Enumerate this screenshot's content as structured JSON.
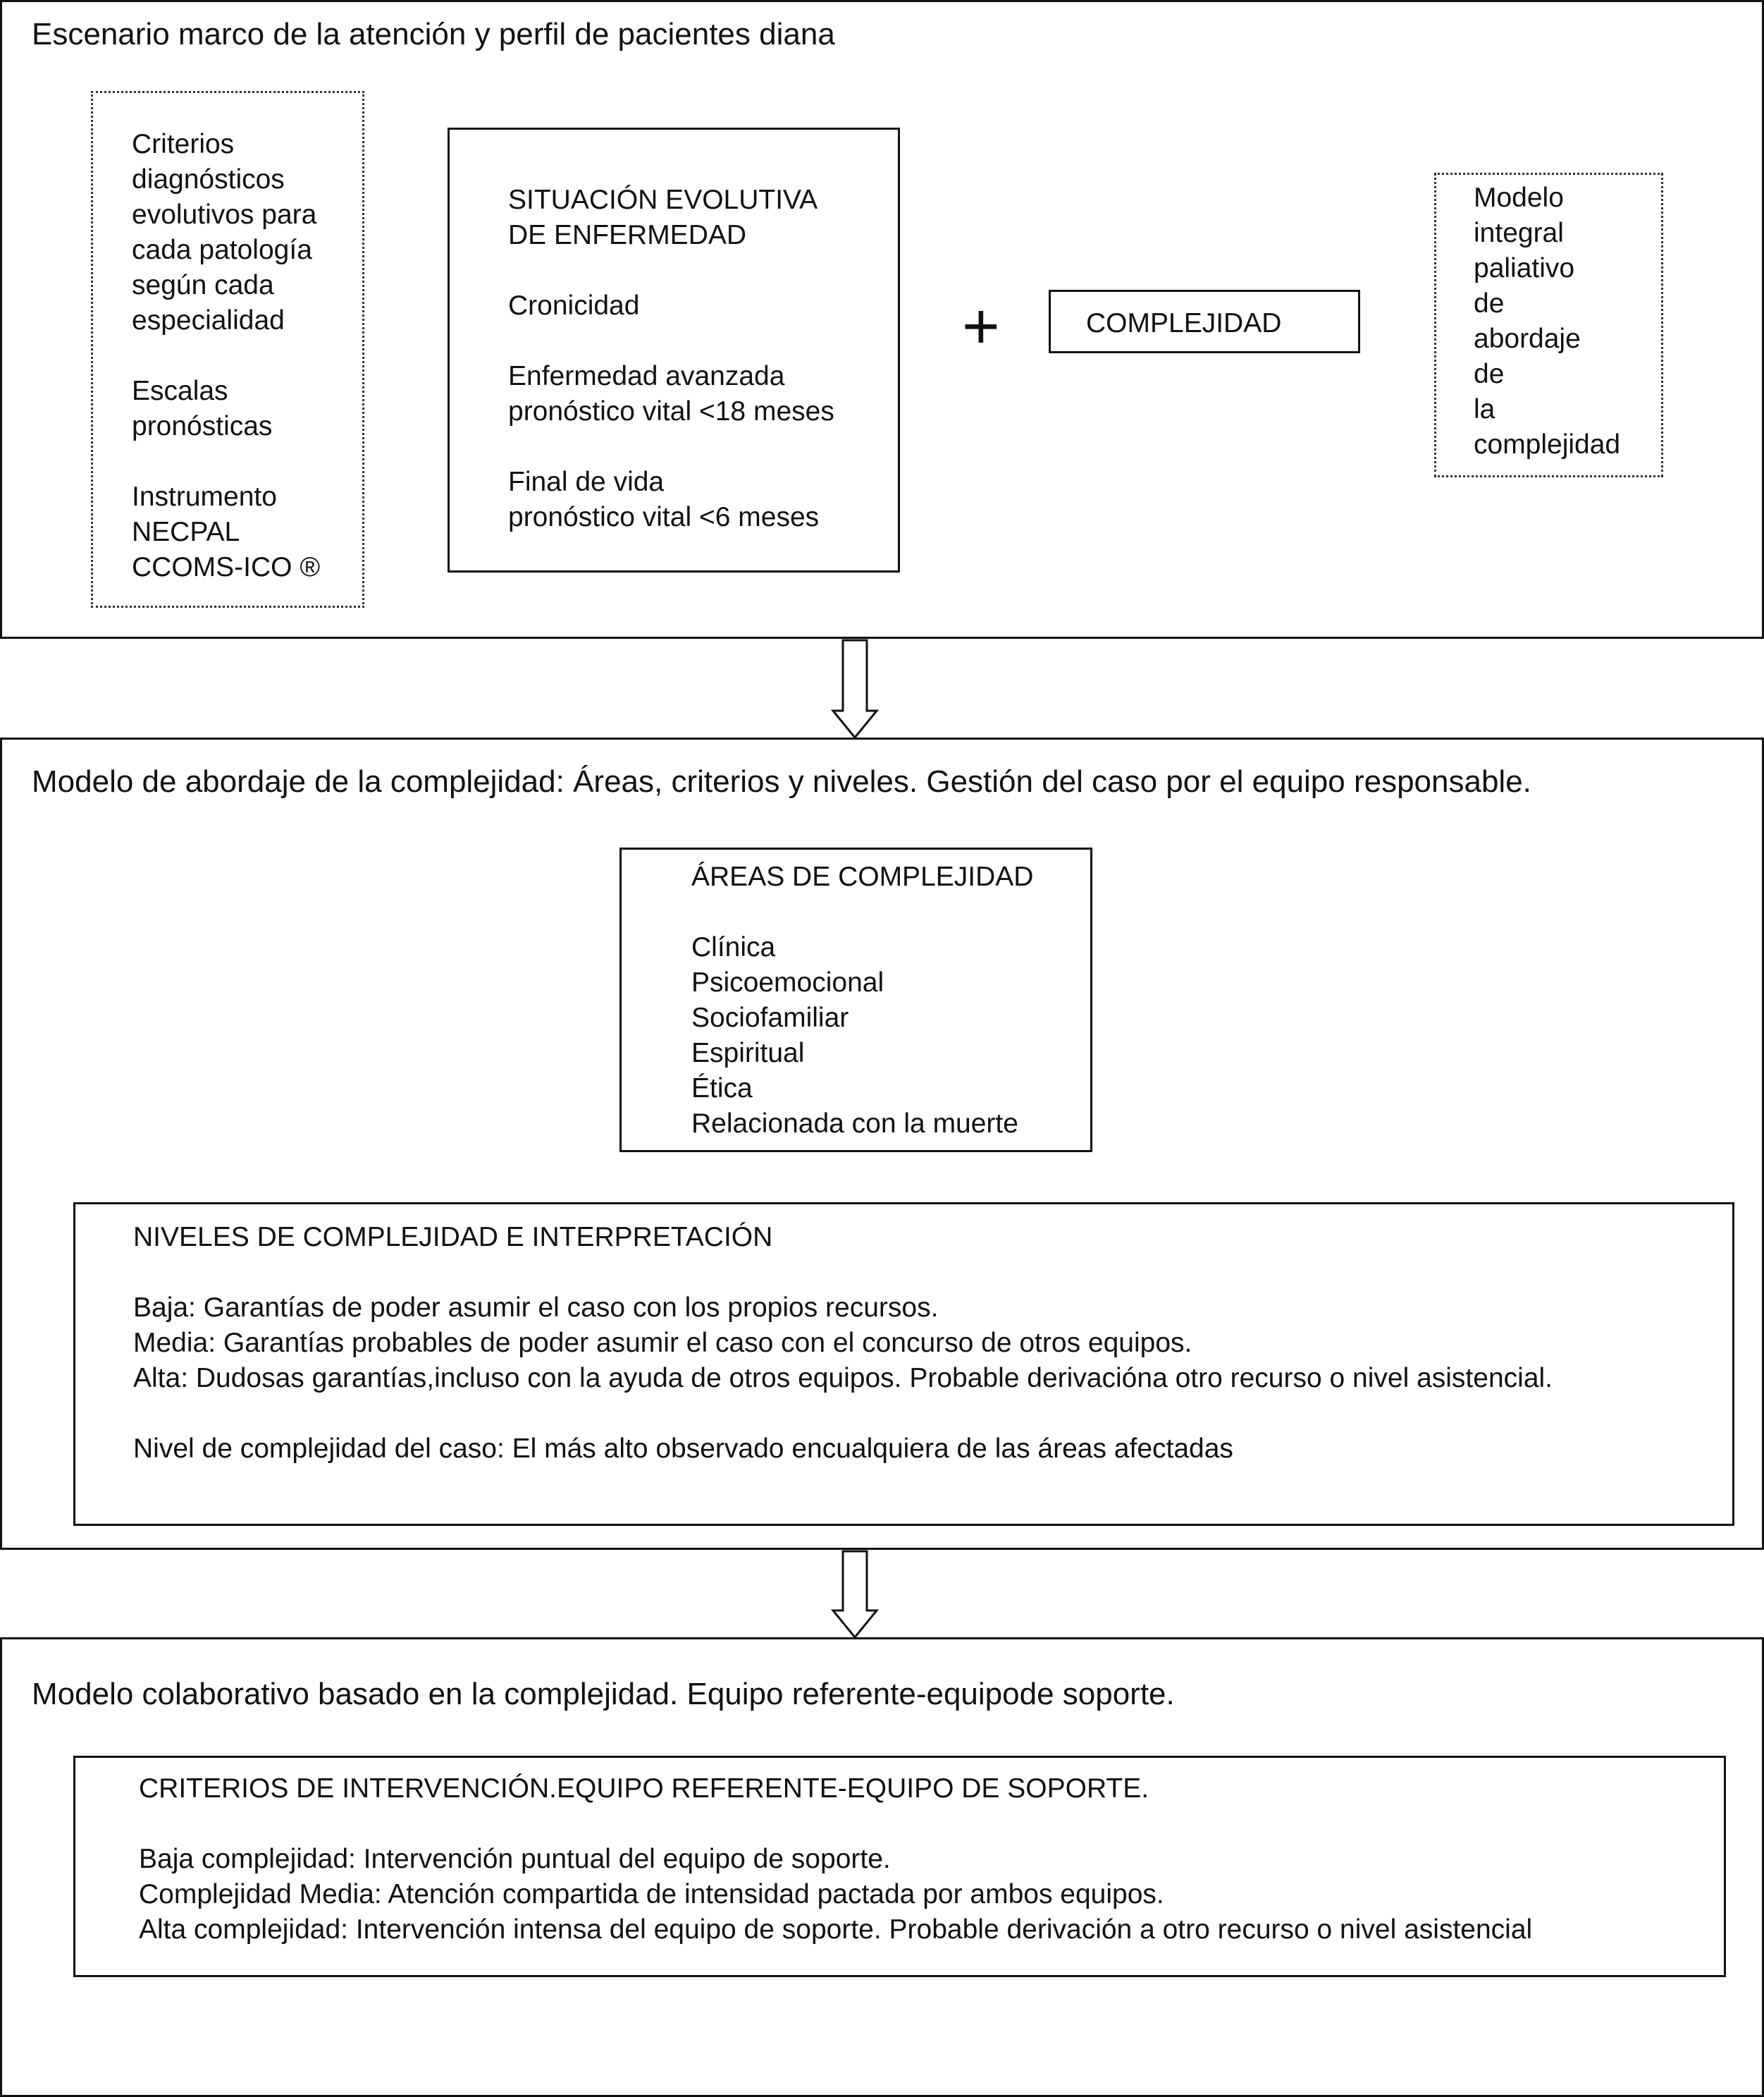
{
  "panel1": {
    "title": "Escenario marco de la atención y perfil de pacientes diana",
    "criteria_lines": [
      "Criterios",
      "diagnósticos",
      "evolutivos para",
      "cada patología",
      "según cada",
      "especialidad",
      "",
      "Escalas",
      "pronósticas",
      "",
      "Instrumento",
      "NECPAL",
      "CCOMS-ICO ®"
    ],
    "situation_lines": [
      "SITUACIÓN EVOLUTIVA",
      "DE ENFERMEDAD",
      "",
      "Cronicidad",
      "",
      "Enfermedad avanzada",
      "pronóstico vital <18 meses",
      "",
      "Final de vida",
      "pronóstico vital <6 meses"
    ],
    "plus": "+",
    "complexity_label": "COMPLEJIDAD",
    "model_lines": [
      "Modelo",
      "integral",
      "paliativo",
      "de",
      "abordaje",
      "de",
      "la",
      "complejidad"
    ]
  },
  "panel2": {
    "title": "Modelo de abordaje de la complejidad: Áreas, criterios y niveles. Gestión del caso por el equipo responsable.",
    "areas_lines": [
      "ÁREAS DE COMPLEJIDAD",
      "",
      "Clínica",
      "Psicoemocional",
      "Sociofamiliar",
      "Espiritual",
      "Ética",
      "Relacionada con la muerte"
    ],
    "levels_lines": [
      "NIVELES DE COMPLEJIDAD E INTERPRETACIÓN",
      "",
      "Baja: Garantías de poder asumir el caso con los propios recursos.",
      "Media: Garantías probables de poder asumir el caso con el concurso de otros equipos.",
      "Alta: Dudosas garantías,incluso con la ayuda de otros equipos. Probable derivacióna otro recurso o nivel asistencial.",
      "",
      "Nivel de complejidad del caso: El más alto observado encualquiera de las áreas afectadas"
    ]
  },
  "panel3": {
    "title": "Modelo colaborativo basado en la complejidad. Equipo referente-equipode soporte.",
    "intervention_lines": [
      "CRITERIOS DE INTERVENCIÓN.EQUIPO REFERENTE-EQUIPO DE SOPORTE.",
      "",
      "Baja complejidad: Intervención puntual del equipo de soporte.",
      "Complejidad Media: Atención compartida de intensidad pactada por ambos equipos.",
      "Alta complejidad: Intervención intensa del equipo de soporte. Probable derivación a otro recurso o nivel asistencial"
    ]
  }
}
